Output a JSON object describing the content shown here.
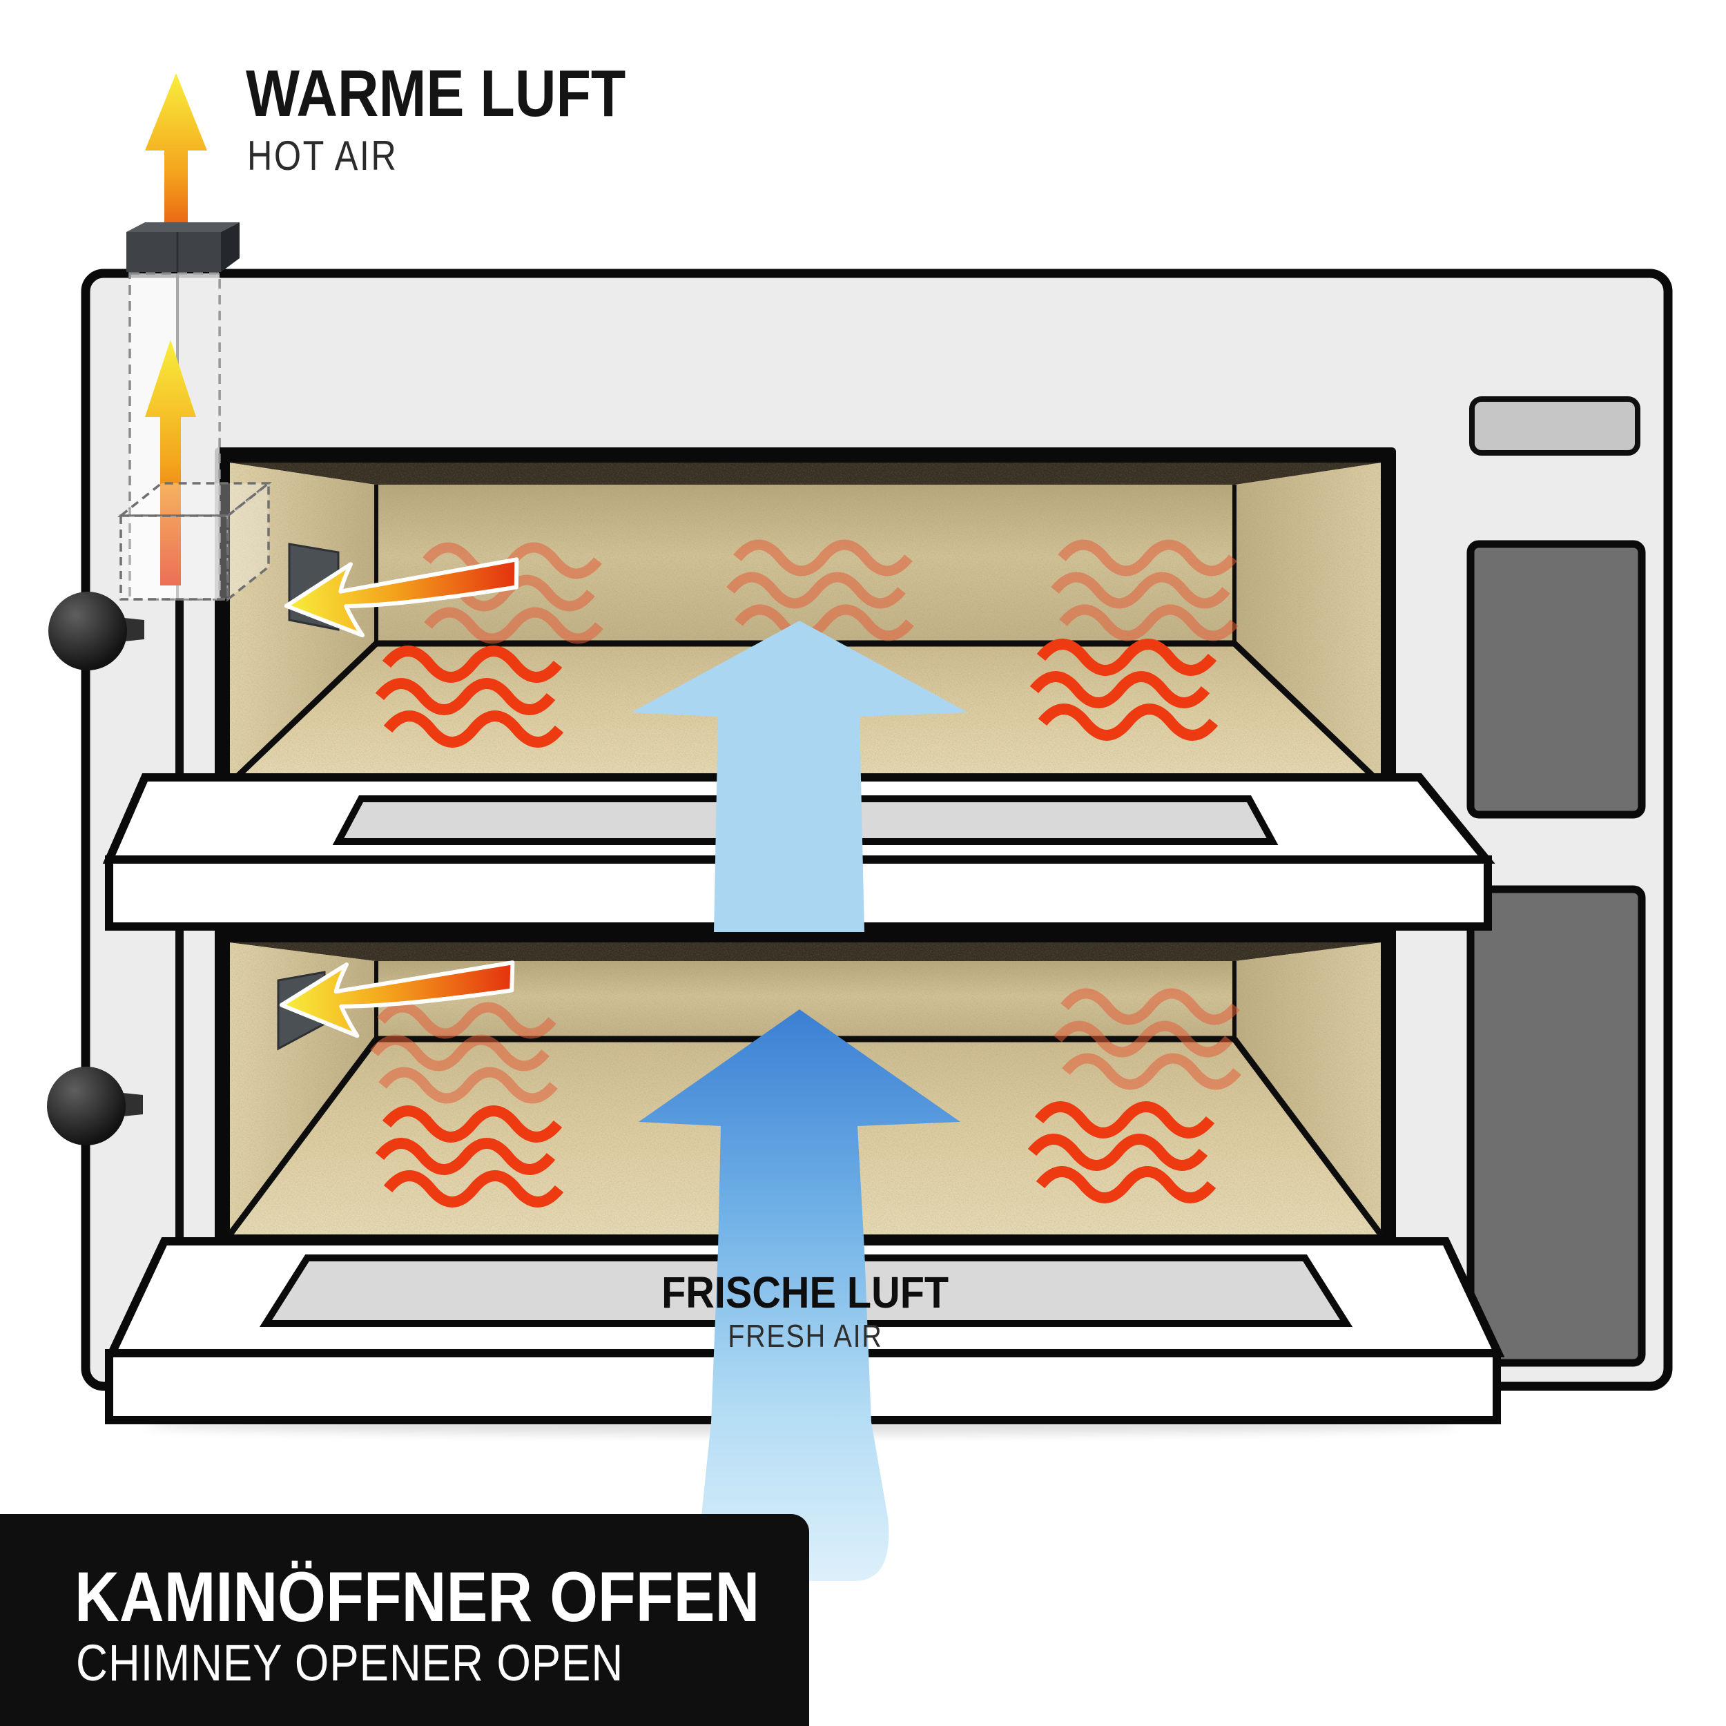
{
  "diagram_type": "double-deck-pizza-oven-airflow",
  "labels": {
    "warm_air": {
      "primary": "WARME LUFT",
      "secondary": "HOT AIR"
    },
    "fresh_air": {
      "primary": "FRISCHE LUFT",
      "secondary": "FRESH AIR"
    },
    "caption": {
      "title": "KAMINÖFFNER OFFEN",
      "subtitle": "CHIMNEY OPENER OPEN"
    }
  },
  "colors": {
    "hot_red": "#e4310f",
    "hot_orange": "#f4a51c",
    "hot_yellow": "#f8ee3c",
    "fresh_blue_dark": "#3b7fd3",
    "fresh_blue_light": "#cde8f9",
    "heat_wave_red": "#ee3a10",
    "heat_wave_salmon": "#e2603a",
    "stone_tan": "#d7c79c",
    "oven_body_gray": "#ececed",
    "control_panel_gray": "#6f6f6f",
    "display_button_gray": "#c6c6c6",
    "caption_background": "#0f0f0f",
    "outline_black": "#0a0a0a"
  }
}
